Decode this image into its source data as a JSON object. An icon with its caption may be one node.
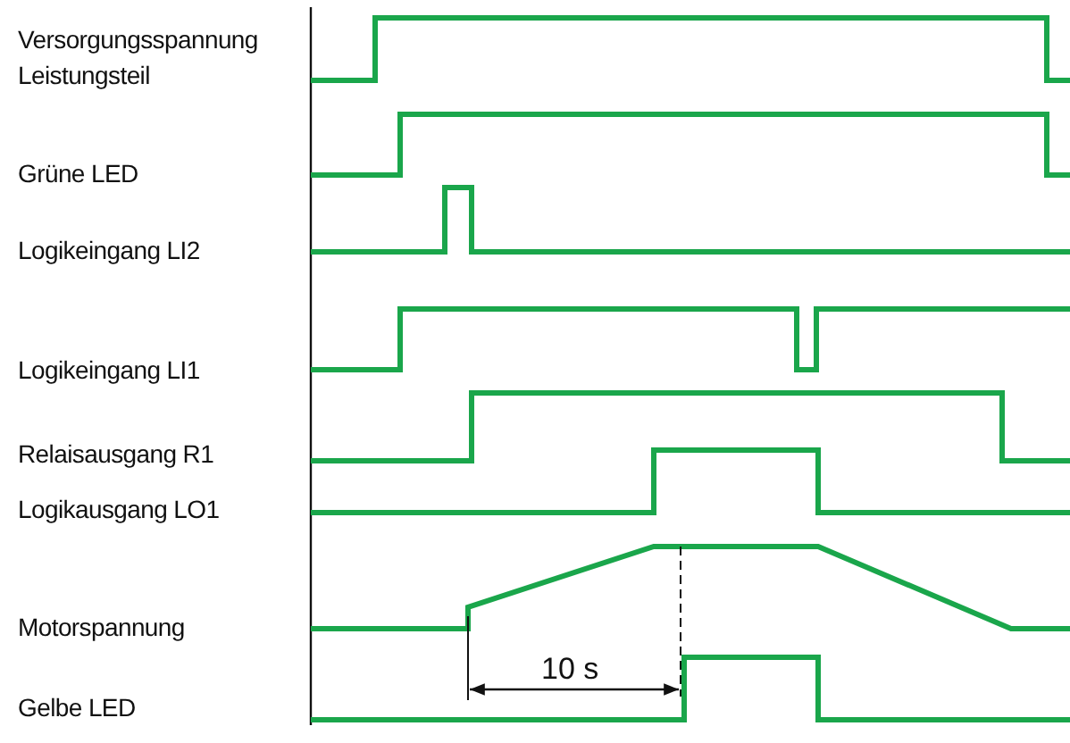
{
  "diagram": {
    "labels": [
      "Versorgungsspannung Leistungsteil",
      "Grüne LED",
      "Logikeingang LI2",
      "Logikeingang LI1",
      "Relaisausgang R1",
      "Logikausgang LO1",
      "Motorspannung",
      "10 s",
      "Gelbe LED"
    ]
  }
}
